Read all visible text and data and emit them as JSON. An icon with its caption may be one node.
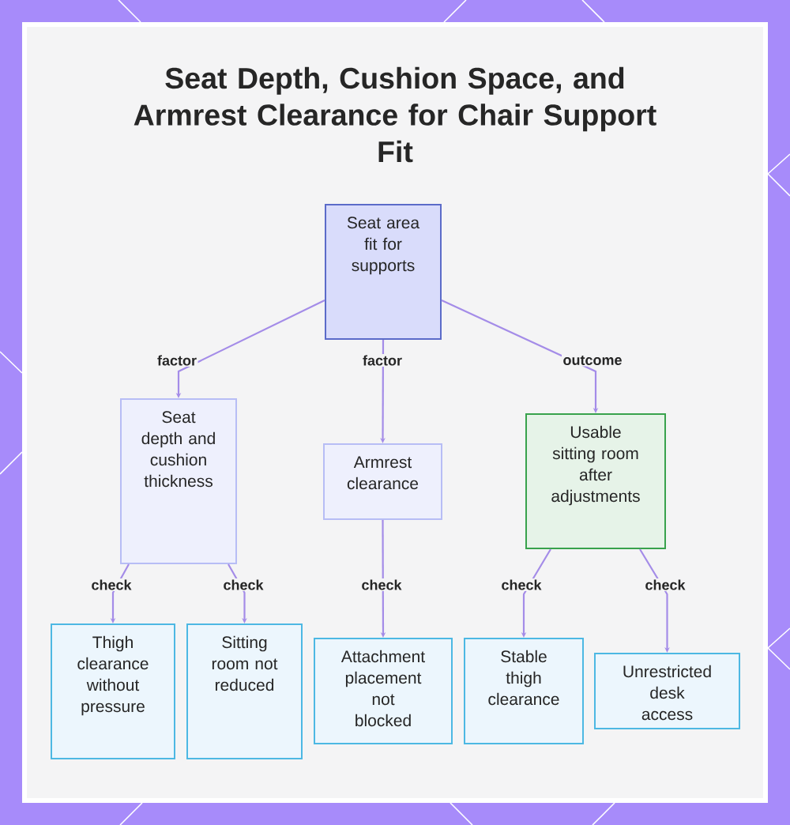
{
  "diagram": {
    "title": "Seat Depth, Cushion Space, and Armrest Clearance for Chair Support Fit",
    "nodes": [
      {
        "text": [
          "Seat area fit for supports"
        ]
      },
      {
        "text": [
          "Seat depth and cushion thickness"
        ]
      },
      {
        "text": [
          "Armrest clearance"
        ]
      },
      {
        "text": [
          "Usable sitting room after adjustments"
        ]
      },
      {
        "text": [
          "Thigh clearance without pressure"
        ]
      },
      {
        "text": [
          "Sitting room not reduced"
        ]
      },
      {
        "text": [
          "Attachment placement not blocked"
        ]
      },
      {
        "text": [
          "Stable thigh clearance"
        ]
      },
      {
        "text": [
          "Unrestricted desk access"
        ]
      }
    ],
    "edges": [
      {
        "from": 0,
        "to": 1,
        "arrow": "to",
        "label": "factor"
      },
      {
        "from": 0,
        "to": 2,
        "arrow": "to",
        "label": "factor"
      },
      {
        "from": 0,
        "to": 3,
        "arrow": "to",
        "label": "outcome"
      },
      {
        "from": 1,
        "to": 4,
        "arrow": "to",
        "label": "check"
      },
      {
        "from": 1,
        "to": 5,
        "arrow": "to",
        "label": "check"
      },
      {
        "from": 2,
        "to": 6,
        "arrow": "to",
        "label": "check"
      },
      {
        "from": 3,
        "to": 7,
        "arrow": "to",
        "label": "check"
      },
      {
        "from": 3,
        "to": 8,
        "arrow": "to",
        "label": "check"
      }
    ]
  }
}
